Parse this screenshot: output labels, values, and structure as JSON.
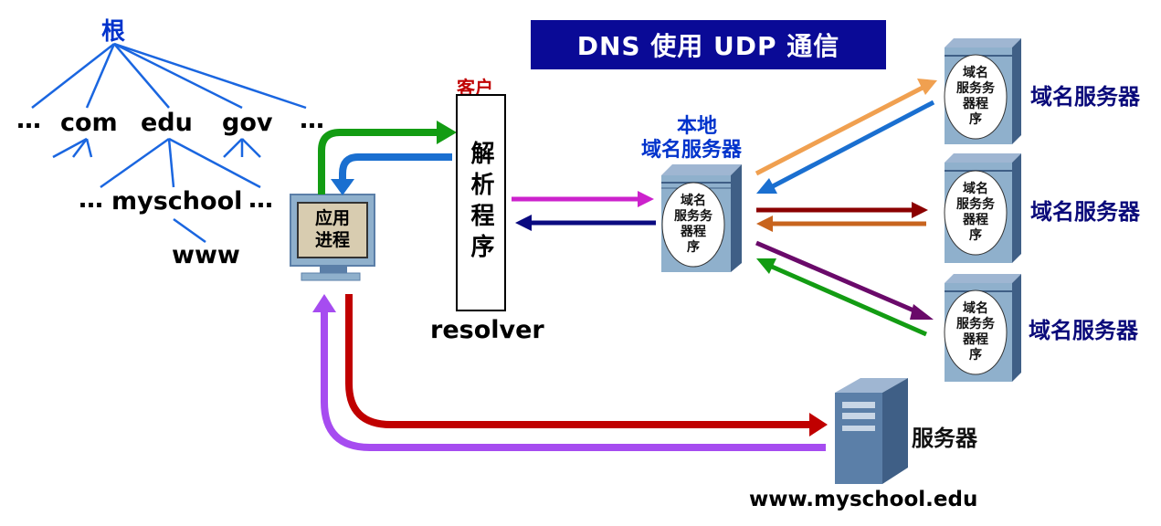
{
  "title": "DNS 使用 UDP 通信",
  "tree": {
    "root": "根",
    "ellipsis": "…",
    "com": "com",
    "edu": "edu",
    "gov": "gov",
    "myschool": "myschool",
    "www": "www"
  },
  "client": {
    "label": "客户",
    "resolver_box": "解析程序",
    "resolver_caption": "resolver",
    "app_process": "应用\n进程"
  },
  "local_dns": {
    "label_line1": "本地",
    "label_line2": "域名服务器",
    "program": "域名\n服务务\n器程\n序"
  },
  "remote_dns": [
    {
      "label": "域名服务器",
      "program": "域名\n服务务\n器程\n序"
    },
    {
      "label": "域名服务器",
      "program": "域名\n服务务\n器程\n序"
    },
    {
      "label": "域名服务器",
      "program": "域名\n服务务\n器程\n序"
    }
  ],
  "server": {
    "label": "服务器",
    "host": "www.myschool.edu"
  },
  "colors": {
    "title_bg": "#0a0a96",
    "tree_line": "#1a66e0",
    "green_arrow": "#139c13",
    "blue_arrow": "#1a6fd0",
    "magenta_arrow": "#cc22cc",
    "navy_arrow": "#0a0a80",
    "orange_arrow": "#f0a050",
    "darkred_arrow": "#8b0000",
    "brown_arrow": "#c8641e",
    "purple_arrow": "#6a0a6a",
    "red_arrow": "#c00000",
    "violet_arrow": "#a64cf0",
    "server_body": "#5b7fa8"
  }
}
